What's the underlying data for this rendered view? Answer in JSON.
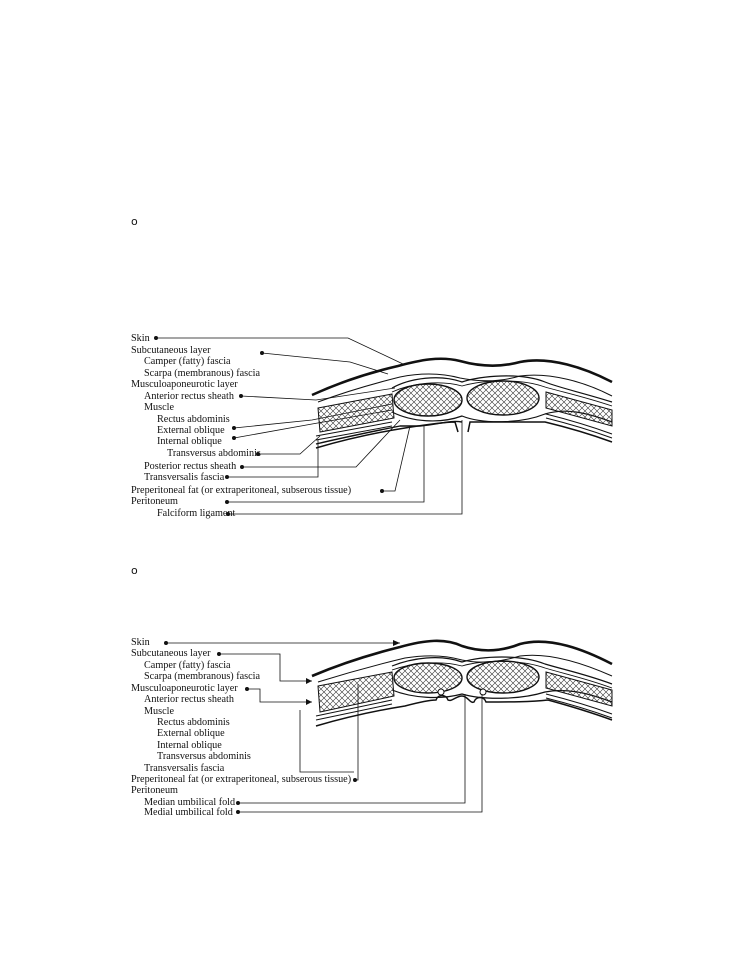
{
  "bullets": [
    "o",
    "o"
  ],
  "figure1": {
    "labels": [
      "Skin",
      "Subcutaneous layer",
      "Camper (fatty) fascia",
      "Scarpa (membranous) fascia",
      "Musculoaponeurotic layer",
      "Anterior rectus sheath",
      "Muscle",
      "Rectus abdominis",
      "External oblique",
      "Internal oblique",
      "Transversus abdominis",
      "Posterior rectus sheath",
      "Transversalis fascia",
      "Preperitoneal fat (or extraperitoneal, subserous tissue)",
      "Peritoneum",
      "Falciform ligament"
    ]
  },
  "figure2": {
    "labels": [
      "Skin",
      "Subcutaneous layer",
      "Camper (fatty) fascia",
      "Scarpa (membranous) fascia",
      "Musculoaponeurotic layer",
      "Anterior rectus sheath",
      "Muscle",
      "Rectus abdominis",
      "External oblique",
      "Internal oblique",
      "Transversus abdominis",
      "Transversalis fascia",
      "Preperitoneal fat (or extraperitoneal, subserous tissue)",
      "Peritoneum",
      "Median umbilical fold",
      "Medial umbilical fold"
    ]
  }
}
